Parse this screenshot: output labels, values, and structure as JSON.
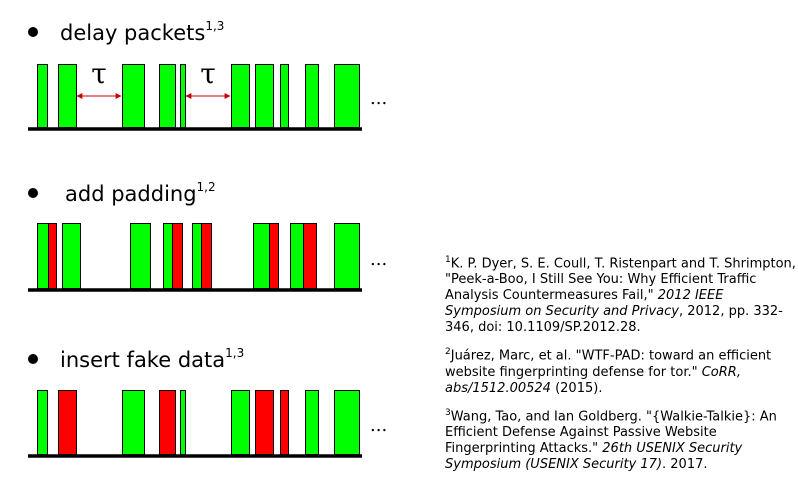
{
  "colors": {
    "real_packet": "#00ff00",
    "fake_packet": "#ff0000",
    "outline": "#000000",
    "delay_arrow": "#cc0000"
  },
  "rows": [
    {
      "id": "delay",
      "bullet": "delay packets",
      "refs": "1,3",
      "annotation": "τ",
      "ellipsis": "...",
      "packets": [
        {
          "type": "real"
        },
        {
          "type": "real"
        },
        {
          "type": "real"
        },
        {
          "type": "real"
        },
        {
          "type": "real"
        },
        {
          "type": "real"
        },
        {
          "type": "real"
        },
        {
          "type": "real"
        },
        {
          "type": "real"
        },
        {
          "type": "real"
        }
      ]
    },
    {
      "id": "padding",
      "bullet": "add padding",
      "refs": "1,2",
      "ellipsis": "...",
      "packets": [
        {
          "type": "real"
        },
        {
          "type": "fake"
        },
        {
          "type": "real"
        },
        {
          "type": "real"
        },
        {
          "type": "real"
        },
        {
          "type": "fake"
        },
        {
          "type": "real"
        },
        {
          "type": "fake"
        },
        {
          "type": "real"
        },
        {
          "type": "fake"
        },
        {
          "type": "real"
        },
        {
          "type": "fake"
        },
        {
          "type": "real"
        }
      ]
    },
    {
      "id": "fake",
      "bullet": "insert fake data",
      "refs": "1,3",
      "ellipsis": "...",
      "packets": [
        {
          "type": "real"
        },
        {
          "type": "fake"
        },
        {
          "type": "real"
        },
        {
          "type": "fake"
        },
        {
          "type": "real"
        },
        {
          "type": "real"
        },
        {
          "type": "fake"
        },
        {
          "type": "fake"
        },
        {
          "type": "real"
        },
        {
          "type": "real"
        }
      ]
    }
  ],
  "references": [
    {
      "num": "1",
      "before": "K. P. Dyer, S. E. Coull, T. Ristenpart and T. Shrimpton, \"Peek-a-Boo, I Still See You: Why Efficient Traffic Analysis Countermeasures Fail,\" ",
      "venue": "2012 IEEE Symposium on Security and Privacy",
      "after": ", 2012, pp. 332-346, doi: 10.1109/SP.2012.28."
    },
    {
      "num": "2",
      "before": "Juárez, Marc, et al. \"WTF-PAD: toward an efficient website fingerprinting defense for tor.\" ",
      "venue": "CoRR, abs/1512.00524",
      "after": " (2015)."
    },
    {
      "num": "3",
      "before": "Wang, Tao, and Ian Goldberg. \"{Walkie-Talkie}: An Efficient Defense Against Passive Website Fingerprinting Attacks.\" ",
      "venue": "26th USENIX Security Symposium (USENIX Security 17)",
      "after": ". 2017."
    }
  ]
}
